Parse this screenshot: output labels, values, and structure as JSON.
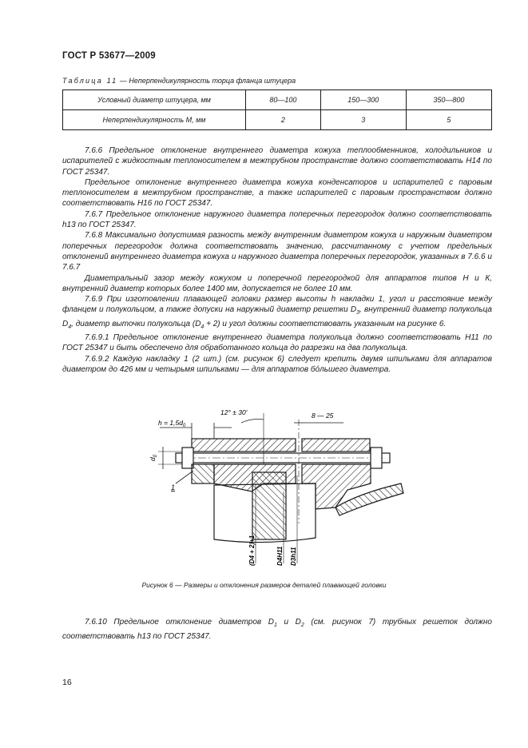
{
  "header": {
    "doc_id": "ГОСТ Р 53677—2009"
  },
  "table11": {
    "caption_prefix": "Таблица 11",
    "caption_rest": " — Неперпендикулярность торца фланца штуцера",
    "row1": {
      "label": "Условный диаметр штуцера, мм",
      "c1": "80—100",
      "c2": "150—300",
      "c3": "350—800"
    },
    "row2": {
      "label": "Неперпендикулярность М, мм",
      "c1": "2",
      "c2": "3",
      "c3": "5"
    }
  },
  "paragraphs": {
    "p766": "7.6.6 Предельное отклонение внутреннего диаметра кожуха теплообменников, холодильников и испарителей с жидкостным теплоносителем в межтрубном пространстве должно соответствовать Н14 по ГОСТ 25347.",
    "p766b": "Предельное отклонение внутреннего диаметра кожуха конденсаторов и испарителей с паровым теплоносителем в межтрубном пространстве, а также испарителей с паровым пространством должно соответствовать Н16 по ГОСТ 25347.",
    "p767": "7.6.7 Предельное отклонение наружного диаметра поперечных перегородок должно соответствовать h13 по ГОСТ 25347.",
    "p768": "7.6.8 Максимально допустимая разность между внутренним диаметром кожуха и наружным диаметром поперечных перегородок должна соответствовать значению, рассчитанному с учетом предельных отклонений внутреннего диаметра кожуха и наружного диаметра поперечных перегородок, указанных в 7.6.6 и 7.6.7",
    "p768b": "Диаметральный зазор между кожухом и поперечной перегородкой для аппаратов типов Н и К, внутренний диаметр которых более 1400 мм, допускается не более 10 мм.",
    "p769_a": "7.6.9 При изготовлении плавающей головки размер высоты h накладки 1, угол и расстояние между фланцем и полукольцом, а также допуски на наружный диаметр решетки D",
    "p769_s3": "3",
    "p769_b": ", внутренний диаметр полукольца D",
    "p769_s4": "4",
    "p769_c": ", диаметр выточки полукольца (D",
    "p769_s4b": "4",
    "p769_d": " + 2) и угол должны соответствовать указанным на рисунке 6.",
    "p7691": "7.6.9.1 Предельное отклонение внутреннего диаметра полукольца должно соответствовать Н11 по ГОСТ 25347 и быть обеспечено для обработанного кольца до разрезки на два полукольца.",
    "p7692": "7.6.9.2 Каждую накладку 1 (2 шт.) (см. рисунок 6) следует крепить двумя шпильками для аппаратов диаметром до 426 мм и четырьмя шпильками — для аппаратов бóльшего диаметра.",
    "p7610_a": "7.6.10 Предельное отклонение диаметров D",
    "p7610_s1": "1",
    "p7610_b": " и D",
    "p7610_s2": "2",
    "p7610_c": " (см. рисунок 7) трубных решеток должно соответствовать h13 по ГОСТ 25347."
  },
  "figure6": {
    "label_h": "h = 1,5d",
    "label_h_sub": "0",
    "label_angle": "12° ± 30'",
    "label_gap": "8 — 25",
    "label_d0": "d",
    "label_d0_sub": "0",
    "label_part": "1",
    "label_v1": "(D4 + 2)+1",
    "label_v2": "D4H11",
    "label_v3": "D3h11",
    "caption": "Рисунок 6 — Размеры и отклонения размеров деталей плавающей головки"
  },
  "page_number": "16"
}
